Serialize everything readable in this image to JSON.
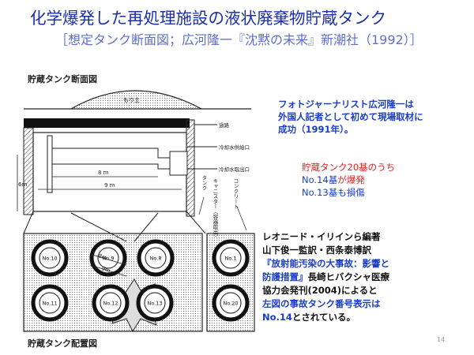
{
  "title": "化学爆発した再処理施設の液状廃棄物貯蔵タンク",
  "subtitle": "［想定タンク断面図；広河隆一『沈黙の未来』新潮社（1992）］",
  "section_caption": "貯蔵タンク断面図",
  "layout_caption": "貯蔵タンク配置図",
  "section_labels": {
    "mound": "もり土",
    "duct": "過路",
    "coolant_in": "冷却水供給口",
    "coolant_out": "冷却水取出口",
    "dim_8m": "8 m",
    "dim_9m": "9 m",
    "dim_height": "6m",
    "tank": "タンク",
    "canister": "キャニスター（容器取出）",
    "concrete": "コンクリート"
  },
  "tanks": [
    "No.10",
    "No.9",
    "No.8",
    "No.1",
    "No.11",
    "No.12",
    "No.13",
    "No.20"
  ],
  "dim_8m_small": "8m",
  "dim_9m_small": "9m",
  "panel1": {
    "line1": "フォトジャーナリスト広河隆一は",
    "line2": "外国人記者として初めて現場取材に",
    "line3": "成功（1991年）。"
  },
  "panel2": {
    "line1": "貯蔵タンク20基のうち",
    "line2_pre": "No.14基",
    "line2_post": "が爆発",
    "line3": "No.13基も損傷"
  },
  "panel3": {
    "line1": "レオニード・イリインら編著",
    "line2": "山下俊一監訳・西条泰博訳",
    "line3": "『放射能汚染の大事故：影響と",
    "line4_pre": "防護措置』",
    "line4_post": "長崎ヒバクシャ医療",
    "line5": "協力会発刊(2004)によると",
    "line6": "左図の事故タンク番号表示は",
    "line7_pre": "No.14",
    "line7_post": "とされている。"
  },
  "page_number": "14",
  "colors": {
    "title": "#1a2fa8",
    "subtitle": "#5d6fd0",
    "blue": "#1a3dc8",
    "red": "#e02020"
  }
}
